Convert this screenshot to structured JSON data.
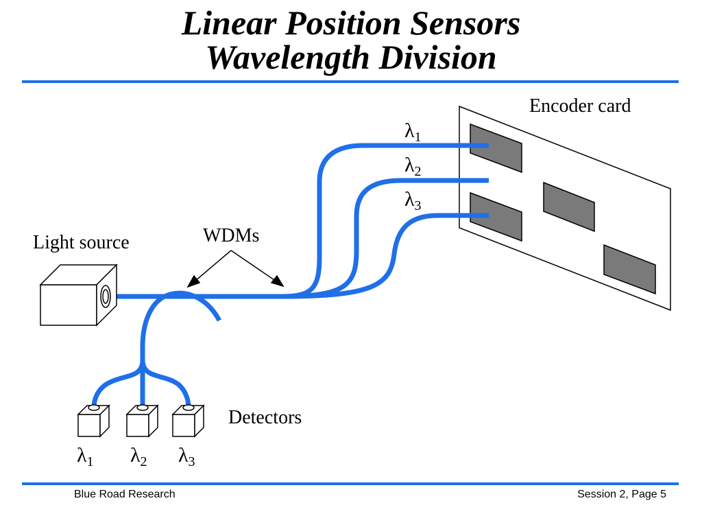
{
  "title": {
    "line1": "Linear Position Sensors",
    "line2": "Wavelength Division"
  },
  "labels": {
    "encoder_card": "Encoder card",
    "light_source": "Light source",
    "wdms": "WDMs",
    "detectors": "Detectors"
  },
  "channels": [
    {
      "symbol": "λ",
      "sub": "1"
    },
    {
      "symbol": "λ",
      "sub": "2"
    },
    {
      "symbol": "λ",
      "sub": "3"
    }
  ],
  "footer": {
    "left": "Blue Road Research",
    "right": "Session 2, Page 5"
  },
  "colors": {
    "fiber": "#1f6fe8",
    "rule": "#1f6fe8",
    "patch": "#7a7a7a"
  }
}
